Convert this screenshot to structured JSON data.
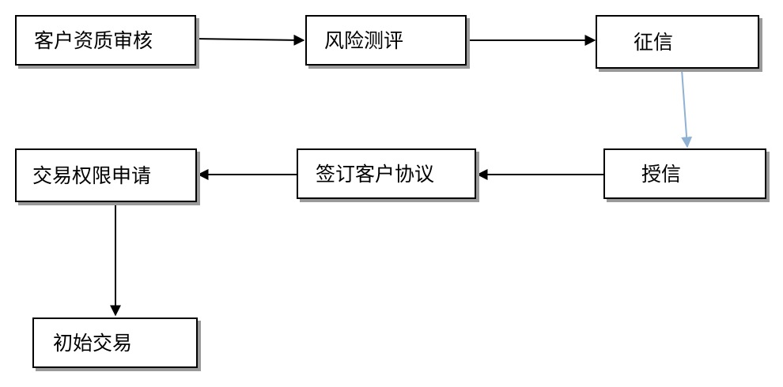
{
  "diagram": {
    "nodes": {
      "customer_qualification_review": "客户资质审核",
      "risk_assessment": "风险测评",
      "credit_investigation": "征信",
      "credit_granting": "授信",
      "sign_customer_agreement": "签订客户协议",
      "trading_permission_application": "交易权限申请",
      "initial_trade": "初始交易"
    },
    "edges": [
      {
        "from": "customer_qualification_review",
        "to": "risk_assessment",
        "color": "#000000"
      },
      {
        "from": "risk_assessment",
        "to": "credit_investigation",
        "color": "#000000"
      },
      {
        "from": "credit_investigation",
        "to": "credit_granting",
        "color": "#8fb1d3"
      },
      {
        "from": "credit_granting",
        "to": "sign_customer_agreement",
        "color": "#000000"
      },
      {
        "from": "sign_customer_agreement",
        "to": "trading_permission_application",
        "color": "#000000"
      },
      {
        "from": "trading_permission_application",
        "to": "initial_trade",
        "color": "#000000"
      }
    ]
  }
}
